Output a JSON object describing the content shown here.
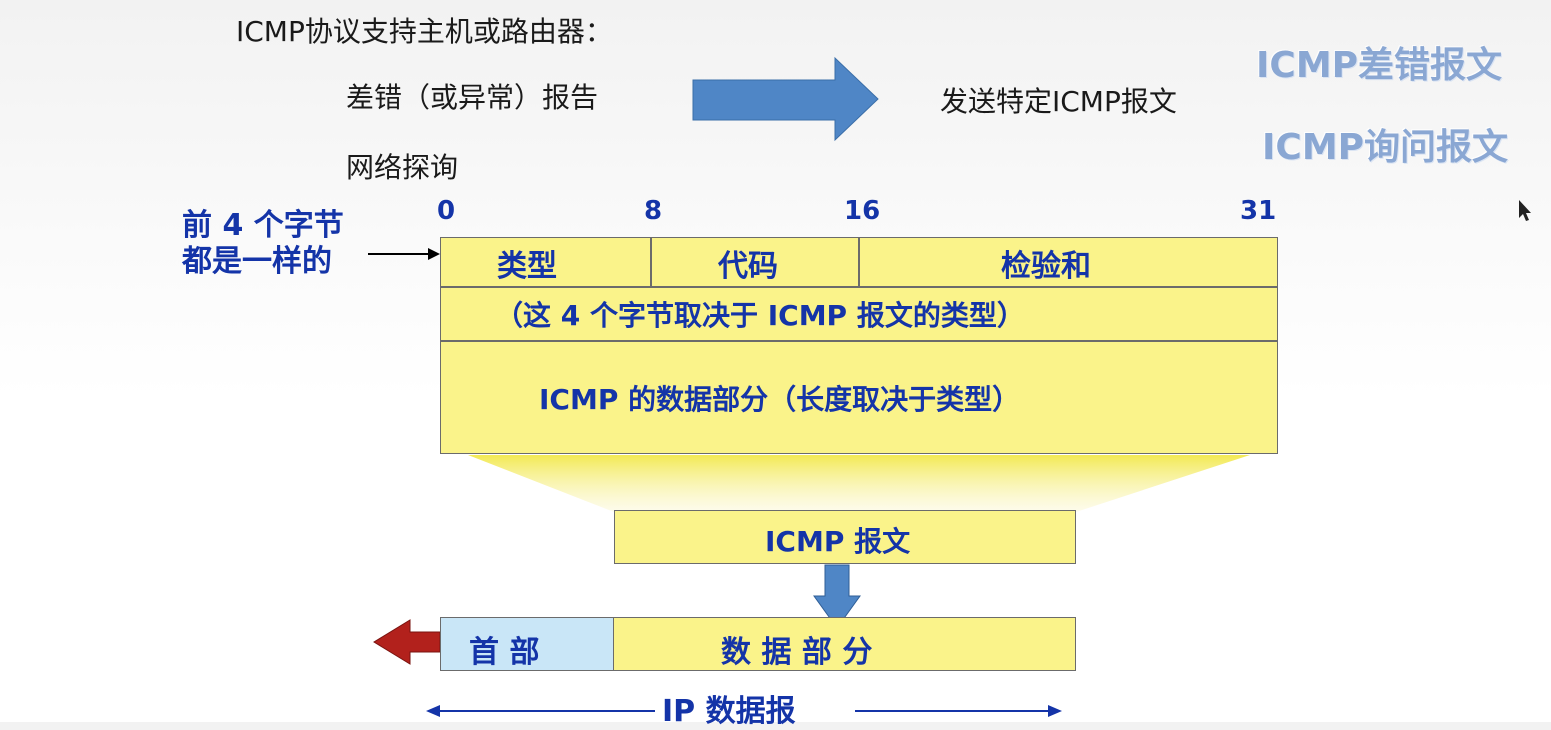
{
  "intro": {
    "heading": "ICMP协议支持主机或路由器：",
    "item_error": "差错（或异常）报告",
    "item_query": "网络探询",
    "result": "发送特定ICMP报文"
  },
  "message_types": {
    "error": "ICMP差错报文",
    "query": "ICMP询问报文"
  },
  "side_note": {
    "line1": "前 4 个字节",
    "line2": "都是一样的"
  },
  "bit_positions": [
    "0",
    "8",
    "16",
    "31"
  ],
  "header_fields": {
    "type": "类型",
    "code": "代码",
    "checksum": "检验和"
  },
  "row2": "（这 4 个字节取决于 ICMP 报文的类型）",
  "data_row": "ICMP 的数据部分（长度取决于类型）",
  "icmp_message": "ICMP 报文",
  "ip_packet": {
    "header": "首  部",
    "data": "数  据  部  分",
    "label": "IP 数据报"
  },
  "colors": {
    "box_fill": "#faf38a",
    "header_fill": "#c9e6f7",
    "label_blue": "#1434a8",
    "arrow_blue": "#4f86c6",
    "arrow_red": "#b2211c"
  }
}
